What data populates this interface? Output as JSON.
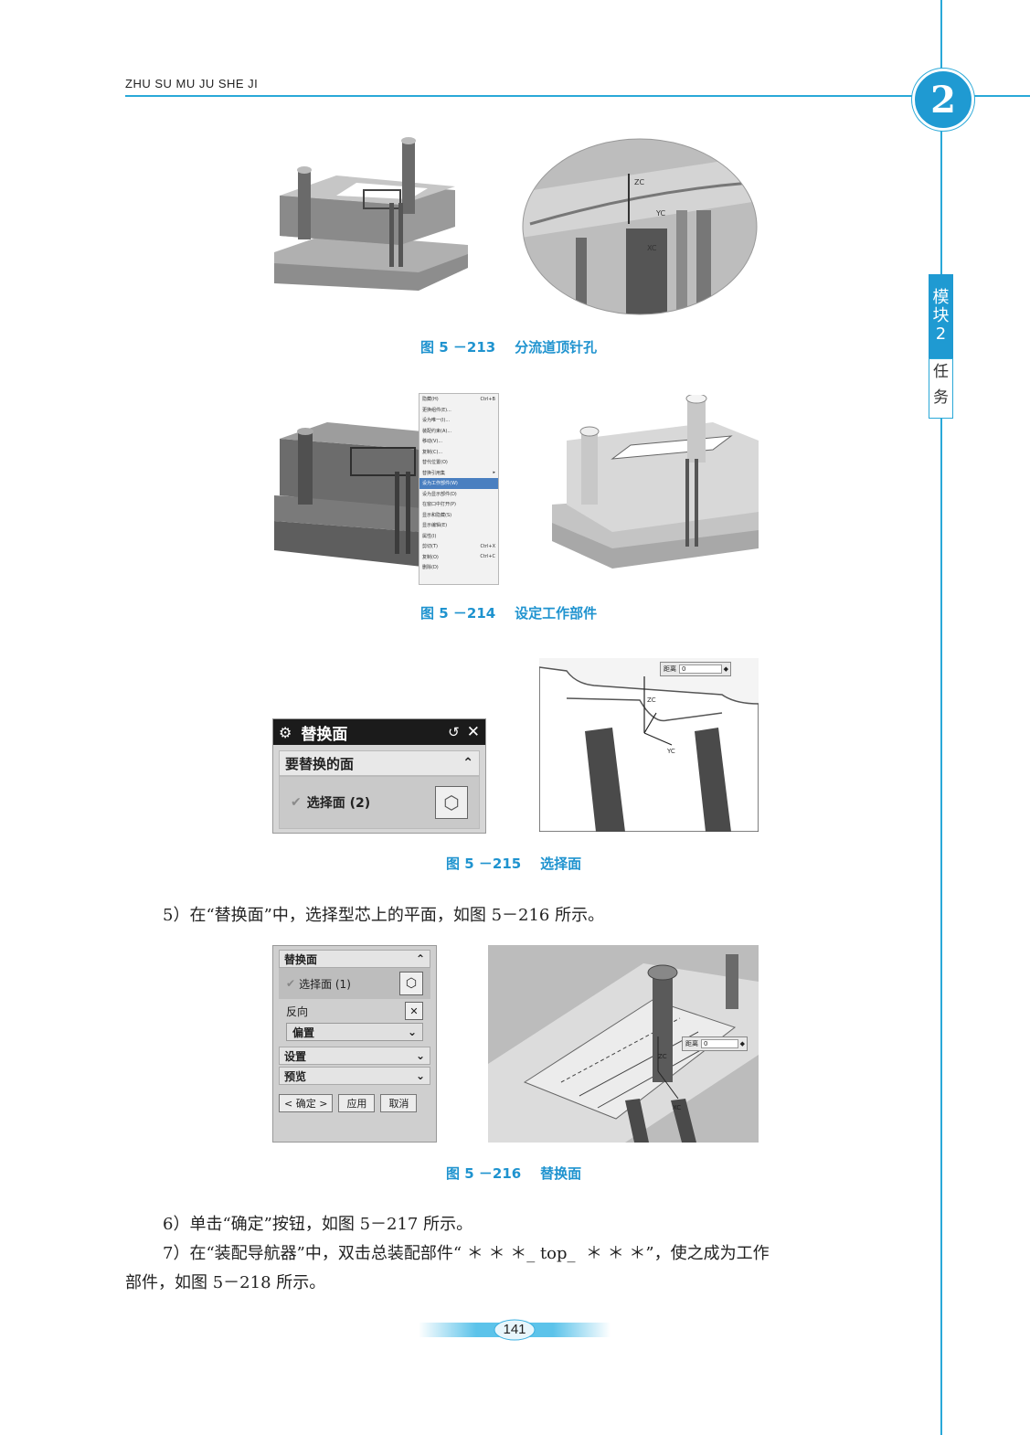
{
  "header": {
    "running_title": "ZHU SU MU JU SHE JI",
    "chapter_number": "2"
  },
  "side_tab": {
    "module_chars": [
      "模",
      "块",
      "2"
    ],
    "task_chars": [
      "任",
      "务"
    ]
  },
  "figures": [
    {
      "caption": "图 5 －213    分流道顶针孔"
    },
    {
      "caption": "图 5 －214    设定工作部件"
    },
    {
      "caption": "图 5 －215    选择面"
    },
    {
      "caption": "图 5 －216    替换面"
    }
  ],
  "fig213_labels": {
    "zc": "ZC",
    "yc": "YC",
    "xc": "XC"
  },
  "fig214_menu": {
    "items": [
      {
        "label": "隐藏(H)",
        "shortcut": "Ctrl+B"
      },
      {
        "label": "更换组件(E)...",
        "shortcut": ""
      },
      {
        "label": "设为唯一(I)...",
        "shortcut": ""
      },
      {
        "label": "装配约束(A)...",
        "shortcut": ""
      },
      {
        "label": "移动(V)...",
        "shortcut": ""
      },
      {
        "label": "复制(C)...",
        "shortcut": ""
      },
      {
        "label": "替代位置(O)",
        "shortcut": ""
      },
      {
        "label": "替换引用集",
        "shortcut": "▸"
      },
      {
        "label": "设为工作部件(W)",
        "shortcut": ""
      },
      {
        "label": "设为显示部件(D)",
        "shortcut": ""
      },
      {
        "label": "在窗口中打开(P)",
        "shortcut": ""
      },
      {
        "label": "显示和隐藏(S)",
        "shortcut": ""
      },
      {
        "label": "显示编辑(E)",
        "shortcut": ""
      },
      {
        "label": "属性(I)",
        "shortcut": ""
      },
      {
        "label": "剪切(T)",
        "shortcut": "Ctrl+X"
      },
      {
        "label": "复制(O)",
        "shortcut": "Ctrl+C"
      },
      {
        "label": "删除(D)",
        "shortcut": ""
      }
    ]
  },
  "fig215_dialog": {
    "title": "替换面",
    "section": "要替换的面",
    "select_label": "选择面 (2)",
    "distance_label": "距离",
    "distance_value": "0",
    "axis_zc": "ZC",
    "axis_yc": "YC"
  },
  "fig216_dialog": {
    "title": "替换面",
    "select_label": "选择面 (1)",
    "reverse_label": "反向",
    "offset_label": "偏置",
    "settings_label": "设置",
    "preview_label": "预览",
    "ok_button": "< 确定 >",
    "apply_button": "应用",
    "cancel_button": "取消",
    "distance_label": "距离",
    "distance_value": "0",
    "axis_zc": "ZC",
    "axis_xc": "XC"
  },
  "paragraphs": {
    "step5": "5）在“替换面”中，选择型芯上的平面，如图 5－216 所示。",
    "step6": "6）单击“确定”按钮，如图 5－217 所示。",
    "step7_line1": "7）在“装配导航器”中，双击总装配部件“ ＊ ＊ ＊_ top_  ＊ ＊ ＊”，使之成为工作",
    "step7_line2": "部件，如图 5－218 所示。"
  },
  "page_number": "141"
}
